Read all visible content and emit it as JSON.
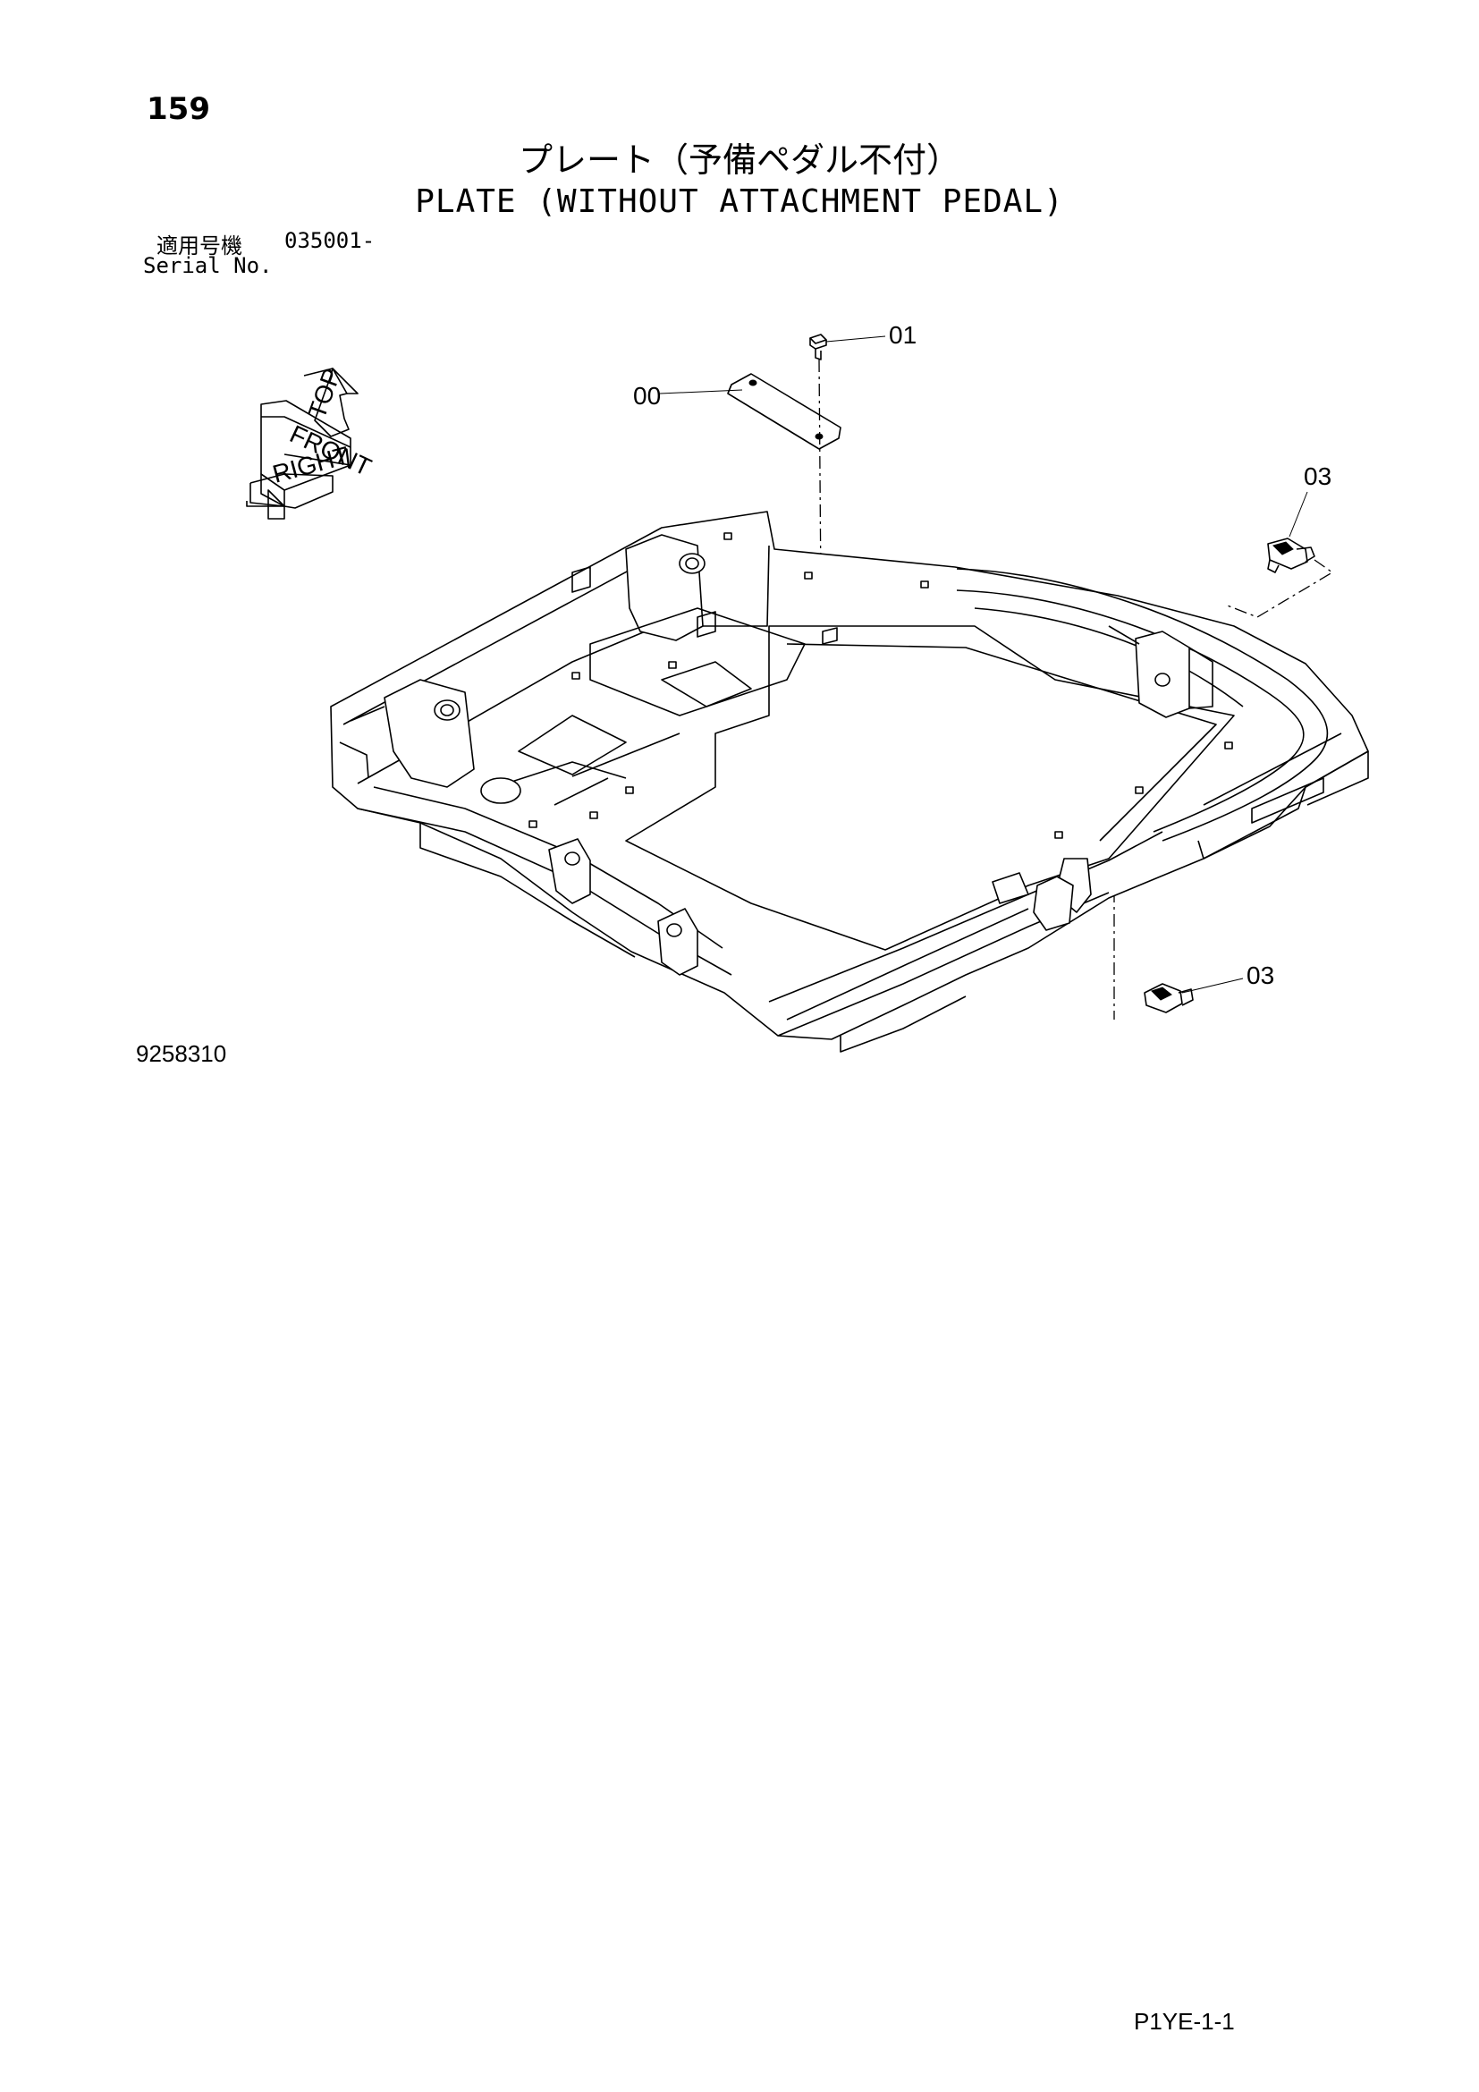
{
  "header": {
    "page_number": "159",
    "title_ja": "プレート（予備ペダル不付）",
    "title_en": "PLATE (WITHOUT ATTACHMENT PEDAL)"
  },
  "serial": {
    "label_ja": "適用号機",
    "value": "035001-",
    "label_en": "Serial No."
  },
  "orientation": {
    "top": "TOP",
    "front": "FRONT",
    "right": "RIGHT"
  },
  "callouts": [
    "00",
    "01",
    "03",
    "03"
  ],
  "footer": {
    "drawing_number": "9258310",
    "page_code": "P1YE-1-1"
  }
}
